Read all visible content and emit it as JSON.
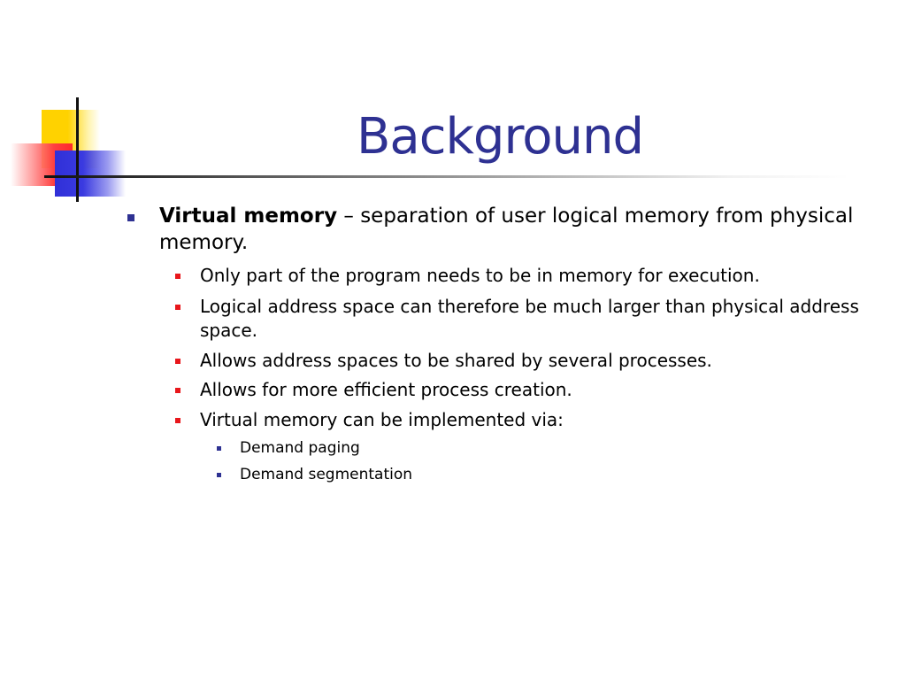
{
  "slide": {
    "title": "Background",
    "main_bullet": {
      "term": "Virtual memory",
      "rest": " – separation of user logical memory from physical memory."
    },
    "sub_bullets": [
      "Only part of the program needs to be in memory for execution.",
      "Logical address space can therefore be much larger than physical address space.",
      "Allows address spaces to be shared by several processes.",
      "Allows for more efficient process creation.",
      "Virtual memory can be implemented via:"
    ],
    "sub_sub_bullets": [
      "Demand paging",
      "Demand segmentation"
    ]
  },
  "colors": {
    "title": "#2e3192",
    "level1_bullet": "#2e3192",
    "level2_bullet": "#e8161b",
    "level3_bullet": "#2e3192"
  }
}
